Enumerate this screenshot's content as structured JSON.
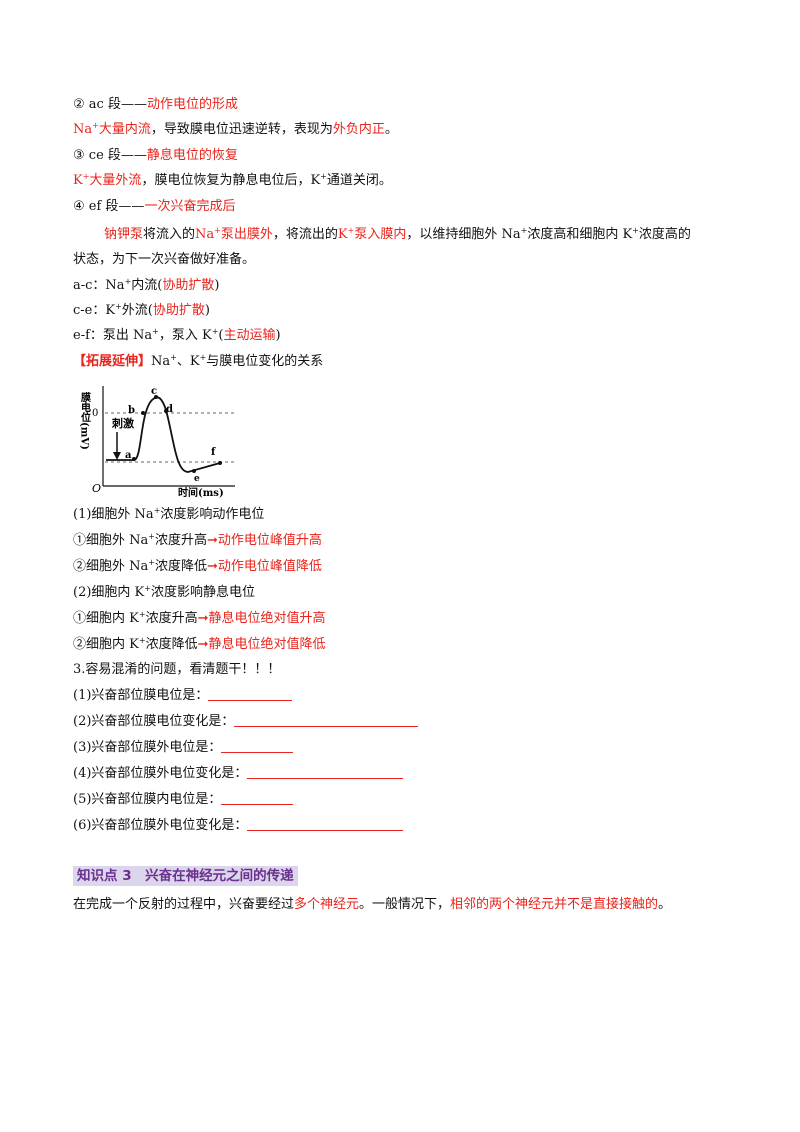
{
  "lines": {
    "l1_a": "② ac 段——",
    "l1_b": "动作电位的形成",
    "l2_na": "Na",
    "l2_plus": "+",
    "l2_red": "大量内流",
    "l2_mid": "，导致膜电位迅速逆转，表现为",
    "l2_red2": "外负内正",
    "l2_end": "。",
    "l3_a": "③ ce 段——",
    "l3_b": "静息电位的恢复",
    "l4_k": "K",
    "l4_plus": "+",
    "l4_red": "大量外流",
    "l4_mid": "，膜电位恢复为静息电位后，K",
    "l4_plus2": "+",
    "l4_end": "通道关闭。",
    "l5_a": "④ ef 段——",
    "l5_b": "一次兴奋完成后",
    "l6_red1": "钠钾泵",
    "l6_t1": "将流入的",
    "l6_red2a": "Na",
    "l6_plus1": "+",
    "l6_red2b": "泵出膜外",
    "l6_t2": "，将流出的",
    "l6_red3a": "K",
    "l6_plus2": "+",
    "l6_red3b": "泵入膜内",
    "l6_t3": "，以维持细胞外 Na",
    "l6_plus3": "+",
    "l6_t4": "浓度高和细胞内 K",
    "l6_plus4": "+",
    "l6_t5": "浓度高的",
    "l7": "状态，为下一次兴奋做好准备。",
    "l8_a": "a-c：Na",
    "l8_plus": "+",
    "l8_b": "内流(",
    "l8_red": "协助扩散",
    "l8_c": ")",
    "l9_a": "c-e：K",
    "l9_plus": "+",
    "l9_b": "外流(",
    "l9_red": "协助扩散",
    "l9_c": ")",
    "l10_a": "e-f：泵出 Na",
    "l10_plus": "+",
    "l10_b": "，泵入 K",
    "l10_plus2": "+",
    "l10_c": "(",
    "l10_red": "主动运输",
    "l10_d": ")",
    "l11_tag": "【拓展延伸】",
    "l11_a": "Na",
    "l11_plus": "+",
    "l11_b": "、K",
    "l11_plus2": "+",
    "l11_c": "与膜电位变化的关系"
  },
  "diagram": {
    "ylabel": "膜电位(mV)",
    "zero": "0",
    "origin": "O",
    "xlabel": "时间(ms)",
    "stimulus": "刺激",
    "points": [
      "a",
      "b",
      "c",
      "d",
      "e",
      "f"
    ]
  },
  "effects": {
    "e1_a": "(1)细胞外 Na",
    "e1_plus": "+",
    "e1_b": "浓度影响动作电位",
    "e2_a": "①细胞外 Na",
    "e2_plus": "+",
    "e2_b": "浓度升高",
    "e2_red": "➞动作电位峰值升高",
    "e3_a": "②细胞外 Na",
    "e3_plus": "+",
    "e3_b": "浓度降低",
    "e3_red": "➞动作电位峰值降低",
    "e4_a": "(2)细胞内 K",
    "e4_plus": "+",
    "e4_b": "浓度影响静息电位",
    "e5_a": "①细胞内 K",
    "e5_plus": "+",
    "e5_b": "浓度升高",
    "e5_red": "➞静息电位绝对值升高",
    "e6_a": "②细胞内 K",
    "e6_plus": "+",
    "e6_b": "浓度降低",
    "e6_red": "➞静息电位绝对值降低"
  },
  "questions": {
    "title": "3.容易混淆的问题，看清题干！！！",
    "q1": "(1)兴奋部位膜电位是：",
    "q2": "(2)兴奋部位膜电位变化是：",
    "q3": "(3)兴奋部位膜外电位是：",
    "q4": "(4)兴奋部位膜外电位变化是：",
    "q5": "(5)兴奋部位膜内电位是：",
    "q6": "(6)兴奋部位膜外电位变化是："
  },
  "section3": {
    "title": "知识点 3　兴奋在神经元之间的传递",
    "p_a": "在完成一个反射的过程中，兴奋要经过",
    "p_red1": "多个神经元",
    "p_b": "。一般情况下，",
    "p_red2": "相邻的两个神经元并不是直接接触的",
    "p_c": "。"
  },
  "colors": {
    "accent_red": "#e8241c",
    "section_bg": "#dcd6ec",
    "section_text": "#6b2f8e"
  }
}
